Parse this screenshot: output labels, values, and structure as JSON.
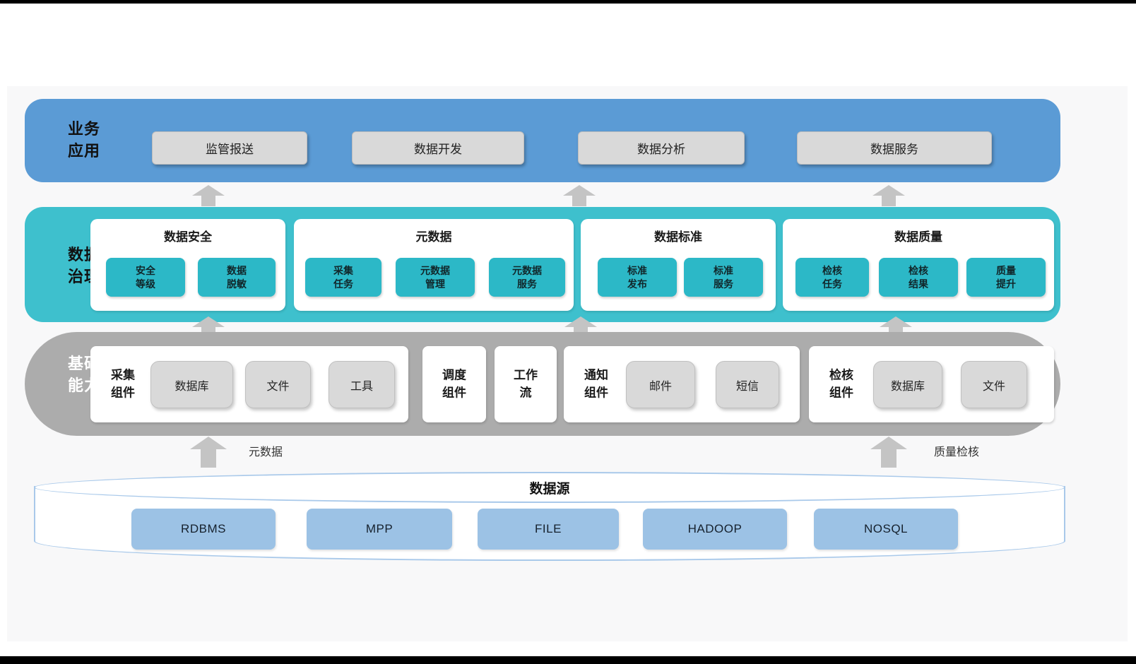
{
  "colors": {
    "business_layer": "#5b9bd5",
    "governance_layer": "#3ec0cd",
    "governance_button": "#2cb8c7",
    "foundation_layer": "#acacac",
    "gray_button": "#d9d9d9",
    "datasource_border": "#a9c9ea",
    "datasource_button": "#9cc2e5",
    "arrow": "#c4c4c4"
  },
  "business": {
    "label": "业务\n应用",
    "buttons": [
      "监管报送",
      "数据开发",
      "数据分析",
      "数据服务"
    ]
  },
  "governance": {
    "label": "数据\n治理",
    "groups": [
      {
        "title": "数据安全",
        "items": [
          "安全\n等级",
          "数据\n脱敏"
        ]
      },
      {
        "title": "元数据",
        "items": [
          "采集\n任务",
          "元数据\n管理",
          "元数据\n服务"
        ]
      },
      {
        "title": "数据标准",
        "items": [
          "标准\n发布",
          "标准\n服务"
        ]
      },
      {
        "title": "数据质量",
        "items": [
          "检核\n任务",
          "检核\n结果",
          "质量\n提升"
        ]
      }
    ]
  },
  "foundation": {
    "label": "基础\n能力",
    "groups": [
      {
        "title": "采集\n组件",
        "items": [
          "数据库",
          "文件",
          "工具"
        ]
      },
      {
        "title": "调度\n组件",
        "items": []
      },
      {
        "title": "工作\n流",
        "items": []
      },
      {
        "title": "通知\n组件",
        "items": [
          "邮件",
          "短信"
        ]
      },
      {
        "title": "检核\n组件",
        "items": [
          "数据库",
          "文件"
        ]
      }
    ]
  },
  "flow_labels": {
    "metadata": "元数据",
    "quality_check": "质量检核"
  },
  "datasource": {
    "title": "数据源",
    "buttons": [
      "RDBMS",
      "MPP",
      "FILE",
      "HADOOP",
      "NOSQL"
    ]
  }
}
